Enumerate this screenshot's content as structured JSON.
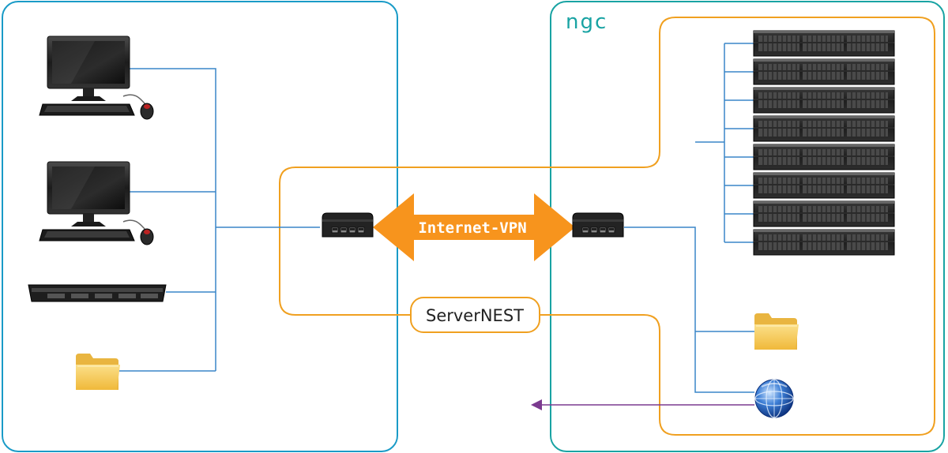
{
  "brand": {
    "logo_text": "ngc"
  },
  "tunnel": {
    "label": "Internet-VPN"
  },
  "product": {
    "label": "ServerNEST"
  },
  "colors": {
    "site_border": "#1a9bc7",
    "dc_border": "#19a3a3",
    "servernest_orange": "#f0a020",
    "arrow_orange": "#f7941d",
    "network_line": "#3a86c8",
    "internet_line": "#7b3a8f",
    "folder": "#f5c850"
  },
  "icons": {
    "client_devices": [
      "desktop-pc-icon",
      "desktop-pc-icon",
      "rack-server-icon",
      "folder-icon"
    ],
    "datacenter_devices": [
      "server-icon",
      "server-icon",
      "server-icon",
      "server-icon",
      "server-icon",
      "server-icon",
      "server-icon",
      "server-icon",
      "folder-icon",
      "globe-icon"
    ]
  }
}
